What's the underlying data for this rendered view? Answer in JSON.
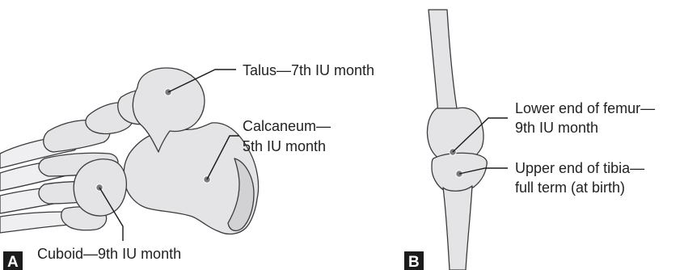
{
  "panels": {
    "a": {
      "letter": "A",
      "labels": {
        "talus_line1": "Talus—7th IU month",
        "calcaneum_line1": "Calcaneum—",
        "calcaneum_line2": "5th IU month",
        "cuboid_line1": "Cuboid—9th IU month"
      }
    },
    "b": {
      "letter": "B",
      "labels": {
        "femur_line1": "Lower end of femur—",
        "femur_line2": "9th IU month",
        "tibia_line1": "Upper end of tibia—",
        "tibia_line2": "full term (at birth)"
      }
    }
  },
  "colors": {
    "bone_fill": "#e4e4e6",
    "bone_outline": "#3b3b3b",
    "ossification_center": "#7a7a7e",
    "panel_badge": "#1c1c1c",
    "text": "#222222"
  }
}
